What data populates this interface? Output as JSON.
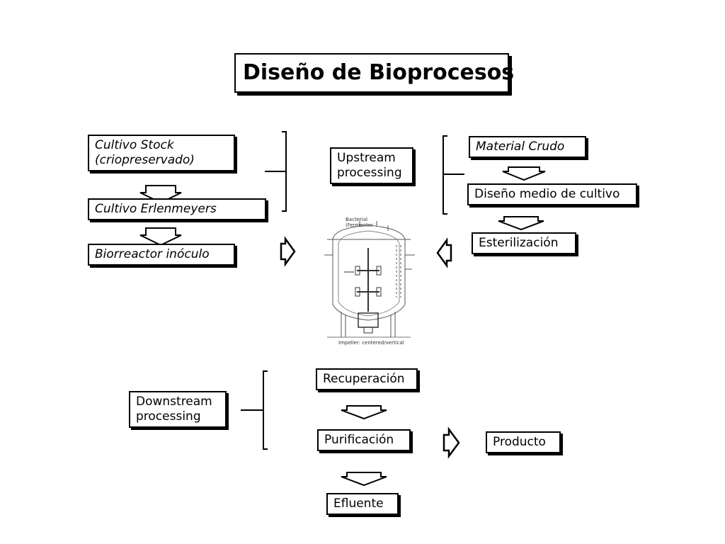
{
  "title": "Diseño de Bioprocesos",
  "left_chain": {
    "stock": "Cultivo Stock\n(criopreservado)",
    "erlenmeyer": "Cultivo Erlenmeyers",
    "inoculo": "Biorreactor inóculo"
  },
  "upstream_label": "Upstream\nprocessing",
  "right_chain": {
    "material": "Material Crudo",
    "medio": "Diseño medio de cultivo",
    "esterilizacion": "Esterilización"
  },
  "fermenter": {
    "caption_top": "Bacterial",
    "caption_sub": "(Fermenter",
    "caption_bottom": "Impeller: centered/vertical"
  },
  "downstream_label": "Downstream\nprocessing",
  "down_chain": {
    "recuperacion": "Recuperación",
    "purificacion": "Purificación",
    "efluente": "Efluente",
    "producto": "Producto"
  }
}
